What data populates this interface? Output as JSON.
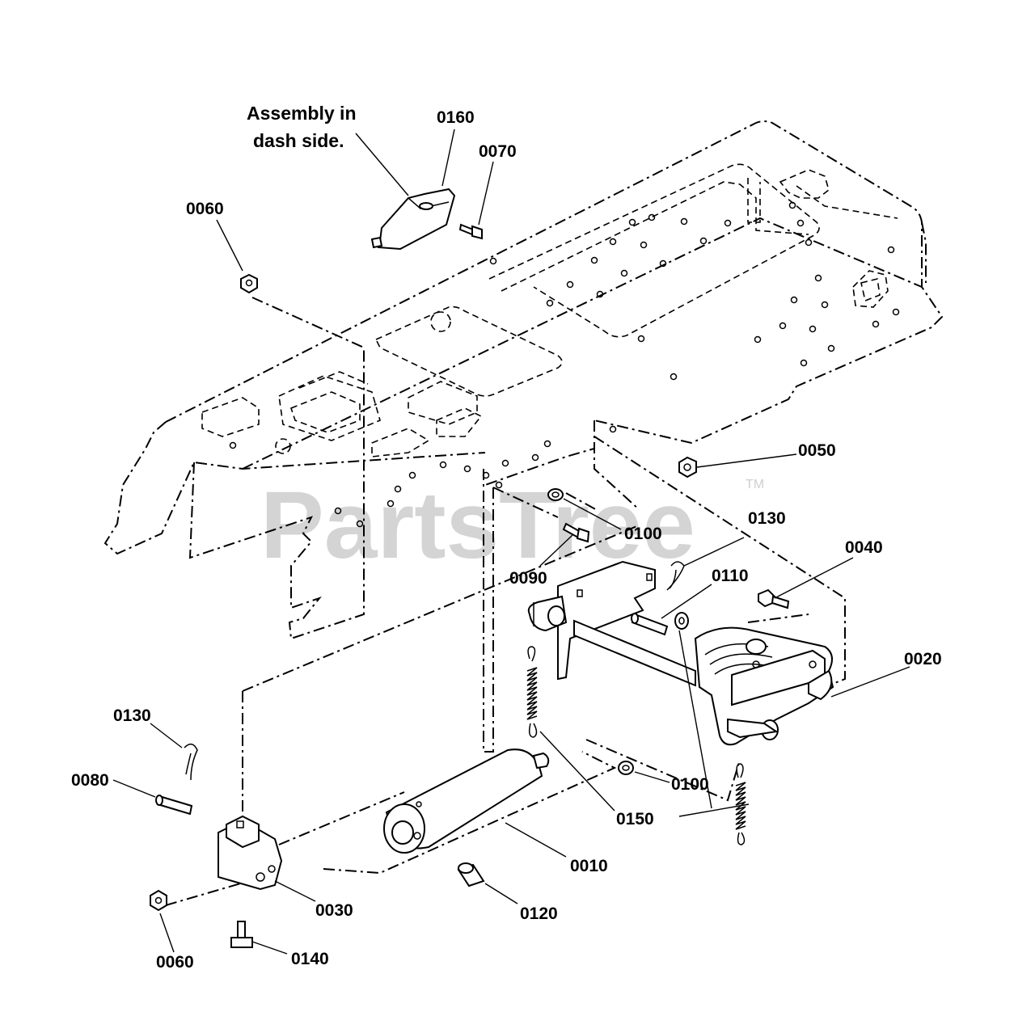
{
  "watermark": {
    "text": "PartsTree",
    "trademark": "TM"
  },
  "note": {
    "line1": "Assembly in",
    "line2": "dash side."
  },
  "callouts": {
    "c0160": "0160",
    "c0070": "0070",
    "c0060_top": "0060",
    "c0050": "0050",
    "c0100_upper": "0100",
    "c0130_right": "0130",
    "c0040": "0040",
    "c0090": "0090",
    "c0110": "0110",
    "c0020": "0020",
    "c0130_left": "0130",
    "c0080": "0080",
    "c0100_lower": "0100",
    "c0150": "0150",
    "c0010": "0010",
    "c0030": "0030",
    "c0120": "0120",
    "c0060_bottom": "0060",
    "c0140": "0140"
  }
}
